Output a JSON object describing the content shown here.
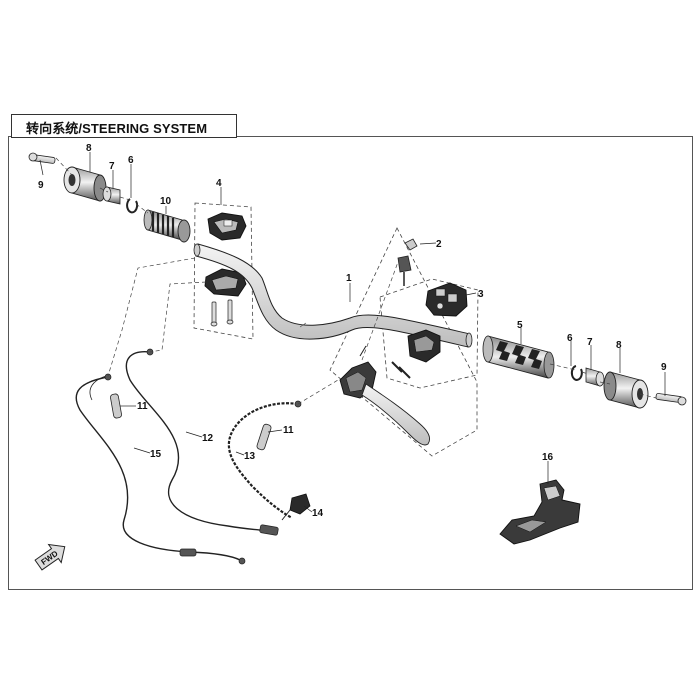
{
  "title": "转向系统/STEERING SYSTEM",
  "callouts": [
    "1",
    "2",
    "3",
    "4",
    "5",
    "6",
    "7",
    "8",
    "9",
    "10",
    "11",
    "12",
    "13",
    "14",
    "15",
    "16"
  ],
  "fwd_label": "FWD",
  "colors": {
    "line": "#222222",
    "part_dark": "#1a1a1a",
    "part_mid": "#777777",
    "part_light": "#d9d9d9"
  }
}
